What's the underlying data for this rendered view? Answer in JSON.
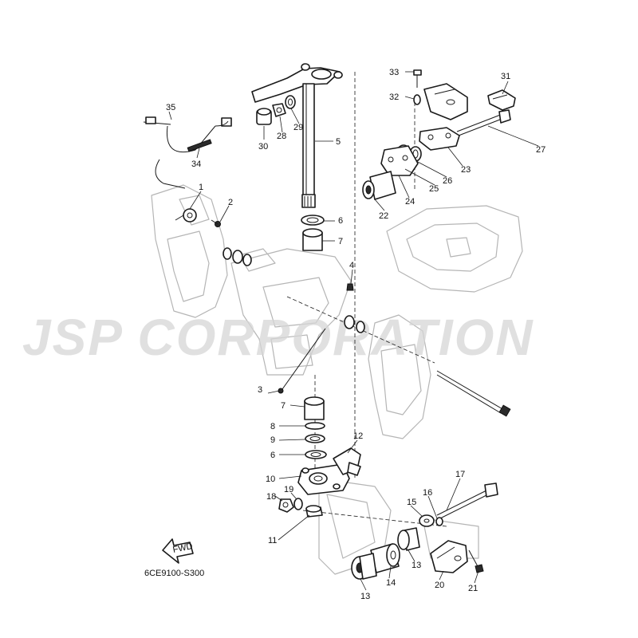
{
  "watermark": {
    "text": "JSP CORPORATION"
  },
  "diagram_code": "6CE9100-S300",
  "fwd_arrow": {
    "label": "FWD"
  },
  "callouts": [
    "1",
    "2",
    "3",
    "4",
    "5",
    "6",
    "6",
    "7",
    "7",
    "8",
    "9",
    "10",
    "11",
    "12",
    "13",
    "13",
    "14",
    "15",
    "16",
    "17",
    "18",
    "19",
    "20",
    "21",
    "22",
    "23",
    "24",
    "25",
    "26",
    "27",
    "28",
    "29",
    "30",
    "31",
    "32",
    "33",
    "34",
    "35"
  ]
}
